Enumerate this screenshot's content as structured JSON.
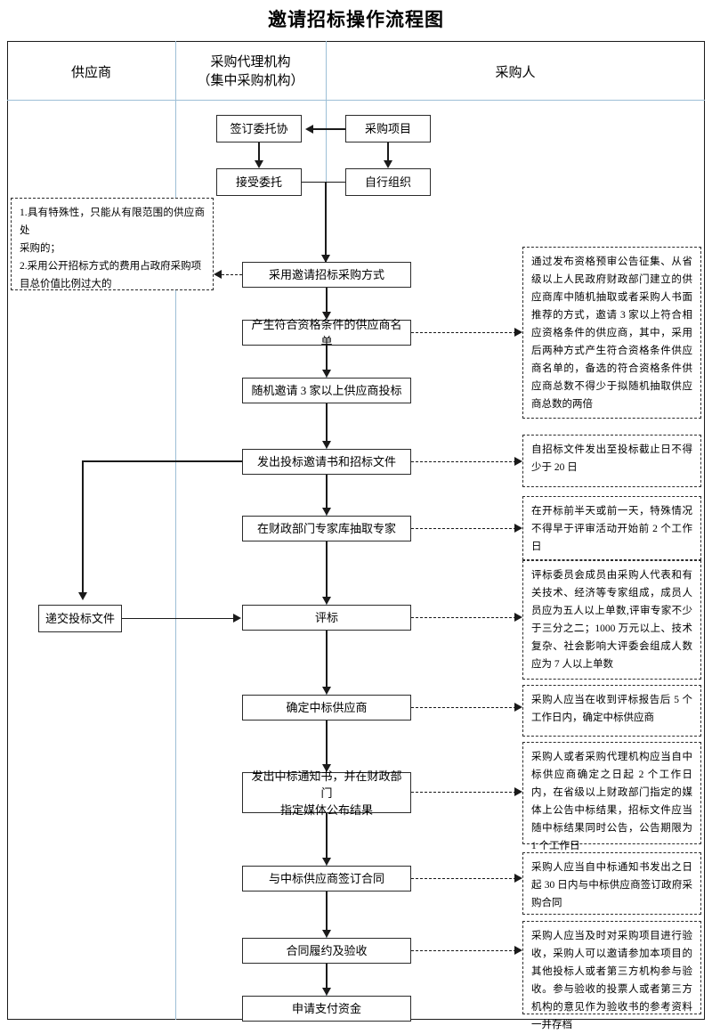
{
  "title": "邀请招标操作流程图",
  "columns": [
    {
      "name": "supplier",
      "label": "供应商"
    },
    {
      "name": "agency",
      "label_line1": "采购代理机构",
      "label_line2": "（集中采购机构）"
    },
    {
      "name": "purchaser",
      "label": "采购人"
    }
  ],
  "nodes": {
    "sign_entrust": "签订委托协",
    "procurement_project": "采购项目",
    "accept_entrust": "接受委托",
    "self_organize": "自行组织",
    "use_invite_mode": "采用邀请招标采购方式",
    "generate_supplier_list": "产生符合资格条件的供应商名单",
    "invite_three_suppliers": "随机邀请 3 家以上供应商投标",
    "issue_invitation_docs": "发出投标邀请书和招标文件",
    "draw_experts": "在财政部门专家库抽取专家",
    "submit_bid_docs": "递交投标文件",
    "bid_evaluation": "评标",
    "determine_winner": "确定中标供应商",
    "issue_notice_line1": "发出中标通知书，并在财政部门",
    "issue_notice_line2": "指定媒体公布结果",
    "sign_contract": "与中标供应商签订合同",
    "contract_performance": "合同履约及验收",
    "apply_payment": "申请支付资金"
  },
  "notes": {
    "invite_conditions": "1.具有特殊性，只能从有限范围的供应商处采购的；\n2.采用公开招标方式的费用占政府采购项目总价值比例过大的",
    "invite_conditions_line1": "1.具有特殊性，只能从有限范围的供应商处",
    "invite_conditions_line2": "采购的；",
    "invite_conditions_line3": "2.采用公开招标方式的费用占政府采购项",
    "invite_conditions_line4": "目总价值比例过大的",
    "supplier_list_rule": "通过发布资格预审公告征集、从省级以上人民政府财政部门建立的供应商库中随机抽取或者采购人书面推荐的方式，邀请 3 家以上符合相应资格条件的供应商，其中，采用后两种方式产生符合资格条件供应商名单的，备选的符合资格条件供应商总数不得少于拟随机抽取供应商总数的两倍",
    "bid_deadline_rule": "自招标文件发出至投标截止日不得少于 20 日",
    "expert_draw_rule": "在开标前半天或前一天，特殊情况不得早于评审活动开始前 2 个工作日",
    "committee_rule": "评标委员会成员由采购人代表和有关技术、经济等专家组成，成员人员应为五人以上单数,评审专家不少于三分之二；1000 万元以上、技术复杂、社会影响大评委会组成人数应为 7 人以上单数",
    "winner_rule": "采购人应当在收到评标报告后 5 个工作日内，确定中标供应商",
    "notice_rule": "采购人或者采购代理机构应当自中标供应商确定之日起 2 个工作日内，在省级以上财政部门指定的媒体上公告中标结果，招标文件应当随中标结果同时公告，公告期限为 1 个工作日",
    "contract_rule": "采购人应当自中标通知书发出之日起 30 日内与中标供应商签订政府采购合同",
    "acceptance_rule": "采购人应当及时对采购项目进行验收，采购人可以邀请参加本项目的其他投标人或者第三方机构参与验收。参与验收的投票人或者第三方机构的意见作为验收书的参考资料一并存档"
  },
  "colors": {
    "frame_border": "#1a1a1a",
    "divider": "#9dbfd6",
    "box_border": "#2b2b2b",
    "connector": "#1a1a1a",
    "background": "#ffffff"
  }
}
